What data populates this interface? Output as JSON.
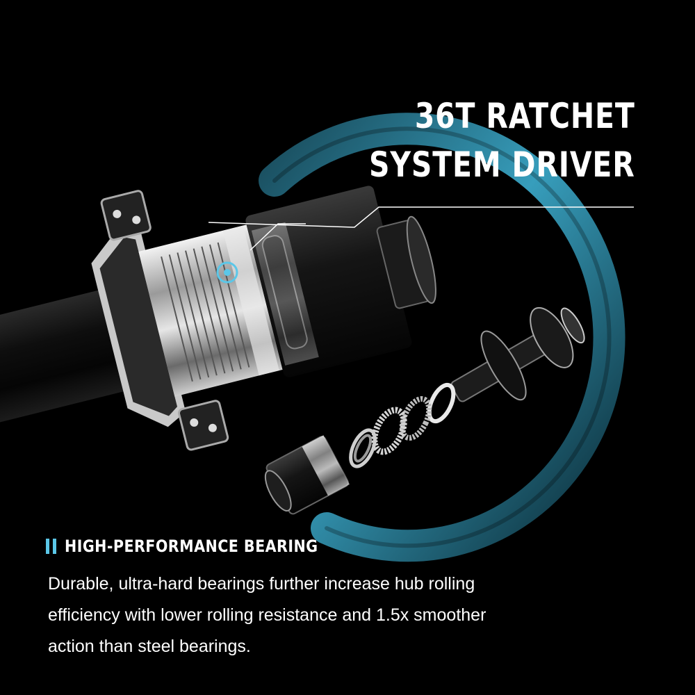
{
  "colors": {
    "background": "#000000",
    "accent": "#5bc7e8",
    "ring": "#3a9fbd",
    "text": "#ffffff"
  },
  "title_lines": [
    "36T RATCHET",
    "SYSTEM DRIVER"
  ],
  "feature": {
    "icon": "double-bar-marker-icon",
    "heading": "HIGH-PERFORMANCE BEARING",
    "description_lines": [
      "Durable, ultra-hard bearings further increase hub rolling",
      "efficiency with lower rolling resistance and 1.5x smoother",
      "action than steel bearings."
    ]
  }
}
